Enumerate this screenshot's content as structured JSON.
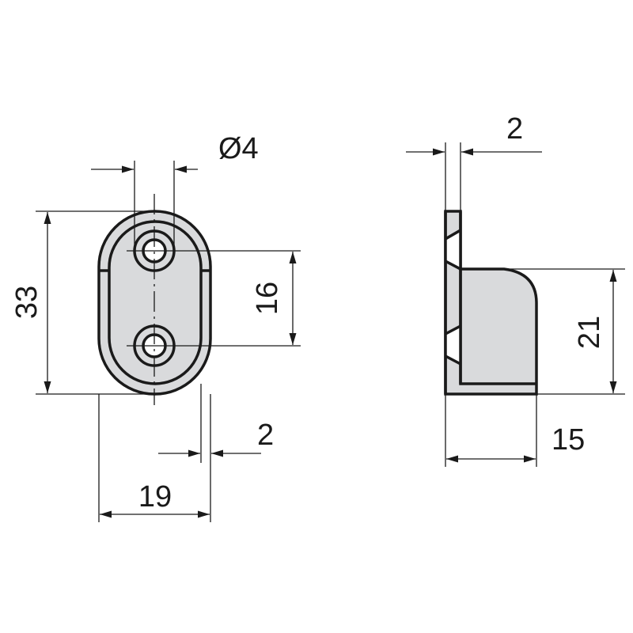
{
  "title": "Oval rail support technical drawing",
  "colors": {
    "fill": "#d9dadc",
    "line": "#1a1a1a"
  },
  "front_view": {
    "dims": {
      "height": "33",
      "hole_spacing": "16",
      "hole_diameter": "Ø4",
      "width": "19",
      "rim": "2"
    }
  },
  "side_view": {
    "dims": {
      "plate_thickness": "2",
      "depth": "15",
      "height": "21"
    }
  }
}
